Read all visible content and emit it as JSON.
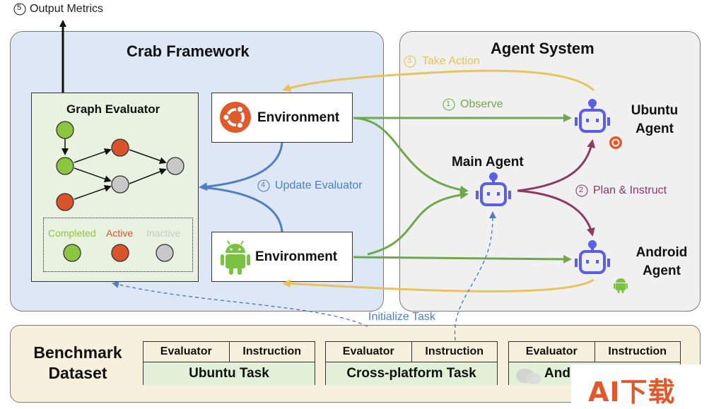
{
  "output_metrics_label": "Output Metrics",
  "output_metrics_num": "5",
  "crab": {
    "title": "Crab Framework",
    "graph_evaluator": {
      "title": "Graph Evaluator",
      "legend": {
        "completed": "Completed",
        "active": "Active",
        "inactive": "Inactive"
      }
    },
    "environments": [
      "Environment",
      "Environment"
    ],
    "update_evaluator": {
      "num": "4",
      "label": "Update Evaluator"
    }
  },
  "agent_system": {
    "title": "Agent System",
    "take_action": {
      "num": "3",
      "label": "Take Action"
    },
    "observe": {
      "num": "1",
      "label": "Observe"
    },
    "plan_instruct": {
      "num": "2",
      "label": "Plan & Instruct"
    },
    "main_agent": "Main Agent",
    "ubuntu_agent": [
      "Ubuntu",
      "Agent"
    ],
    "android_agent": [
      "Android",
      "Agent"
    ]
  },
  "initialize_task": "Initialize Task",
  "benchmark": {
    "title": [
      "Benchmark",
      "Dataset"
    ],
    "tasks": [
      {
        "evaluator": "Evaluator",
        "instruction": "Instruction",
        "name": "Ubuntu Task"
      },
      {
        "evaluator": "Evaluator",
        "instruction": "Instruction",
        "name": "Cross-platform Task"
      },
      {
        "evaluator": "Evaluator",
        "instruction": "Instruction",
        "name": "And"
      }
    ]
  },
  "watermark": "AI下载",
  "colors": {
    "completed": "#8cc63f",
    "active": "#d9532b",
    "inactive": "#c8c8c8",
    "observe": "#6fa84a",
    "take_action": "#e8c25a",
    "update": "#4f7fc0",
    "plan": "#8b3a62",
    "robot": "#5b5fe3",
    "ubuntu": "#e05a2b",
    "android": "#7cc242"
  }
}
